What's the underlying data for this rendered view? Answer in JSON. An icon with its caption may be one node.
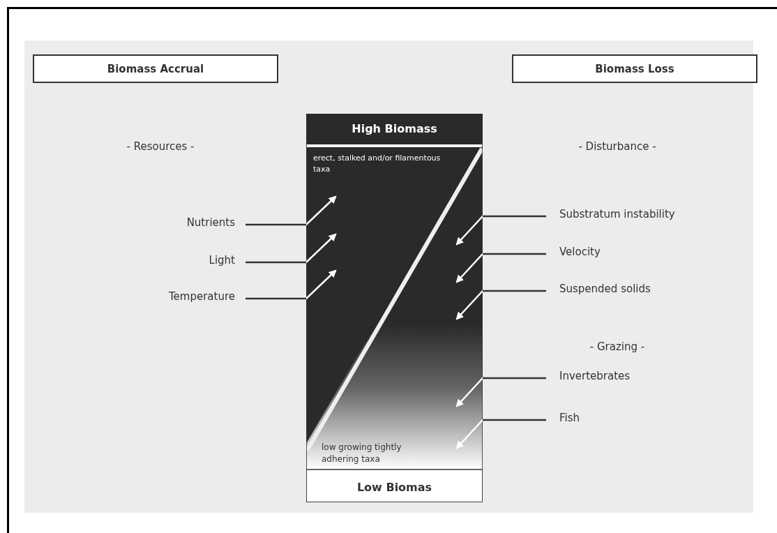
{
  "diagram": {
    "nodes": [
      {
        "text": [
          "Biomass Accrual"
        ]
      },
      {
        "text": [
          "Biomass Loss"
        ]
      },
      {
        "text": [
          "High Biomass",
          "erect, stalked and/or filamentous taxa",
          "low growing tightly adhering taxa",
          "Low Biomas"
        ]
      },
      {
        "text": [
          "Nutrients"
        ]
      },
      {
        "text": [
          "Light"
        ]
      },
      {
        "text": [
          "Temperature"
        ]
      },
      {
        "text": [
          "Substratum instability"
        ]
      },
      {
        "text": [
          "Velocity"
        ]
      },
      {
        "text": [
          "Suspended solids"
        ]
      },
      {
        "text": [
          "Invertebrates"
        ]
      },
      {
        "text": [
          "Fish"
        ]
      }
    ],
    "edges": [
      {
        "from": 3,
        "to": 2,
        "arrow": "to"
      },
      {
        "from": 4,
        "to": 2,
        "arrow": "to"
      },
      {
        "from": 5,
        "to": 2,
        "arrow": "to"
      },
      {
        "from": 6,
        "to": 2,
        "arrow": "to"
      },
      {
        "from": 7,
        "to": 2,
        "arrow": "to"
      },
      {
        "from": 8,
        "to": 2,
        "arrow": "to"
      },
      {
        "from": 9,
        "to": 2,
        "arrow": "to"
      },
      {
        "from": 10,
        "to": 2,
        "arrow": "to"
      }
    ],
    "labels": [
      "- Resources -",
      "- Disturbance -",
      "- Grazing -"
    ]
  }
}
